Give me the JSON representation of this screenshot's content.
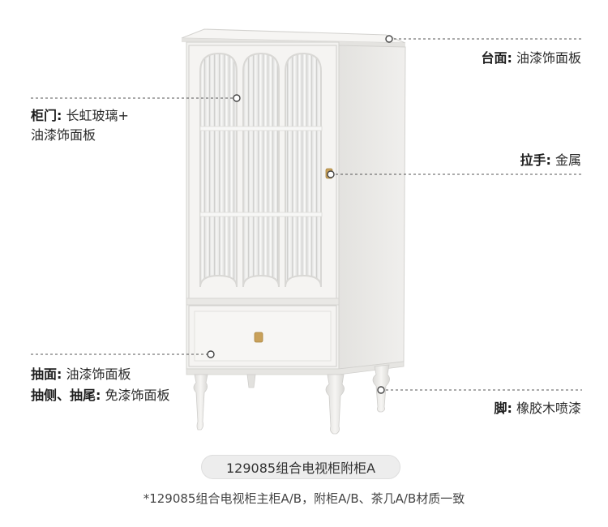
{
  "annotations": {
    "top": {
      "key": "台面:",
      "value": "油漆饰面板"
    },
    "door": {
      "key": "柜门:",
      "value": "长虹玻璃+",
      "value2": "油漆饰面板"
    },
    "handle": {
      "key": "拉手:",
      "value": "金属"
    },
    "drawer_face": {
      "key": "抽面:",
      "value": "油漆饰面板"
    },
    "drawer_side": {
      "key": "抽侧、抽尾:",
      "value": "免漆饰面板"
    },
    "legs": {
      "key": "脚:",
      "value": "橡胶木喷漆"
    }
  },
  "caption": "129085组合电视柜附柜A",
  "footnote": "*129085组合电视柜主柜A/B，附柜A/B、茶几A/B材质一致",
  "icons": [
    "callout-dot-icon"
  ],
  "colors": {
    "cabinet_white": "#f2f1ef",
    "cabinet_shadow": "#d7d6d3",
    "glass": "#e6e6e4",
    "brass": "#c9a15a",
    "leader_line": "#555555",
    "pill_bg": "#ededed"
  }
}
